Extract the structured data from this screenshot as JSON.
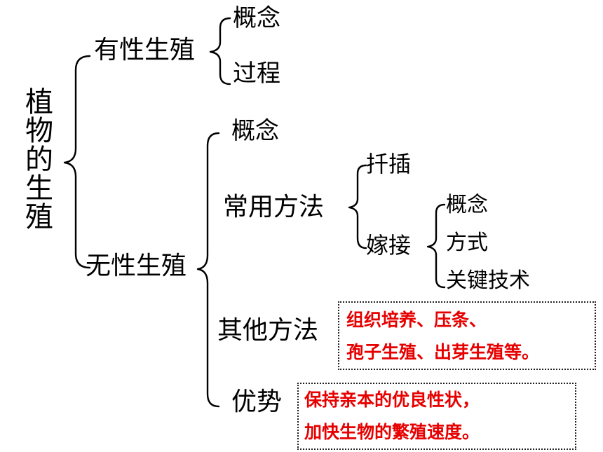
{
  "diagram": {
    "root": "植物的生殖",
    "sexual": {
      "label": "有性生殖",
      "children": [
        "概念",
        "过程"
      ]
    },
    "asexual": {
      "label": "无性生殖",
      "concept": "概念",
      "common_methods": {
        "label": "常用方法",
        "cutting": "扦插",
        "grafting": {
          "label": "嫁接",
          "children": [
            "概念",
            "方式",
            "关键技术"
          ]
        }
      },
      "other_methods": {
        "label": "其他方法",
        "note_lines": [
          "组织培养、压条、",
          "孢子生殖、出芽生殖等。"
        ]
      },
      "advantage": {
        "label": "优势",
        "note_lines": [
          "保持亲本的优良性状，",
          "加快生物的繁殖速度。"
        ]
      }
    }
  },
  "colors": {
    "text": "#000000",
    "highlight": "#e60000",
    "brace": "#000000"
  }
}
